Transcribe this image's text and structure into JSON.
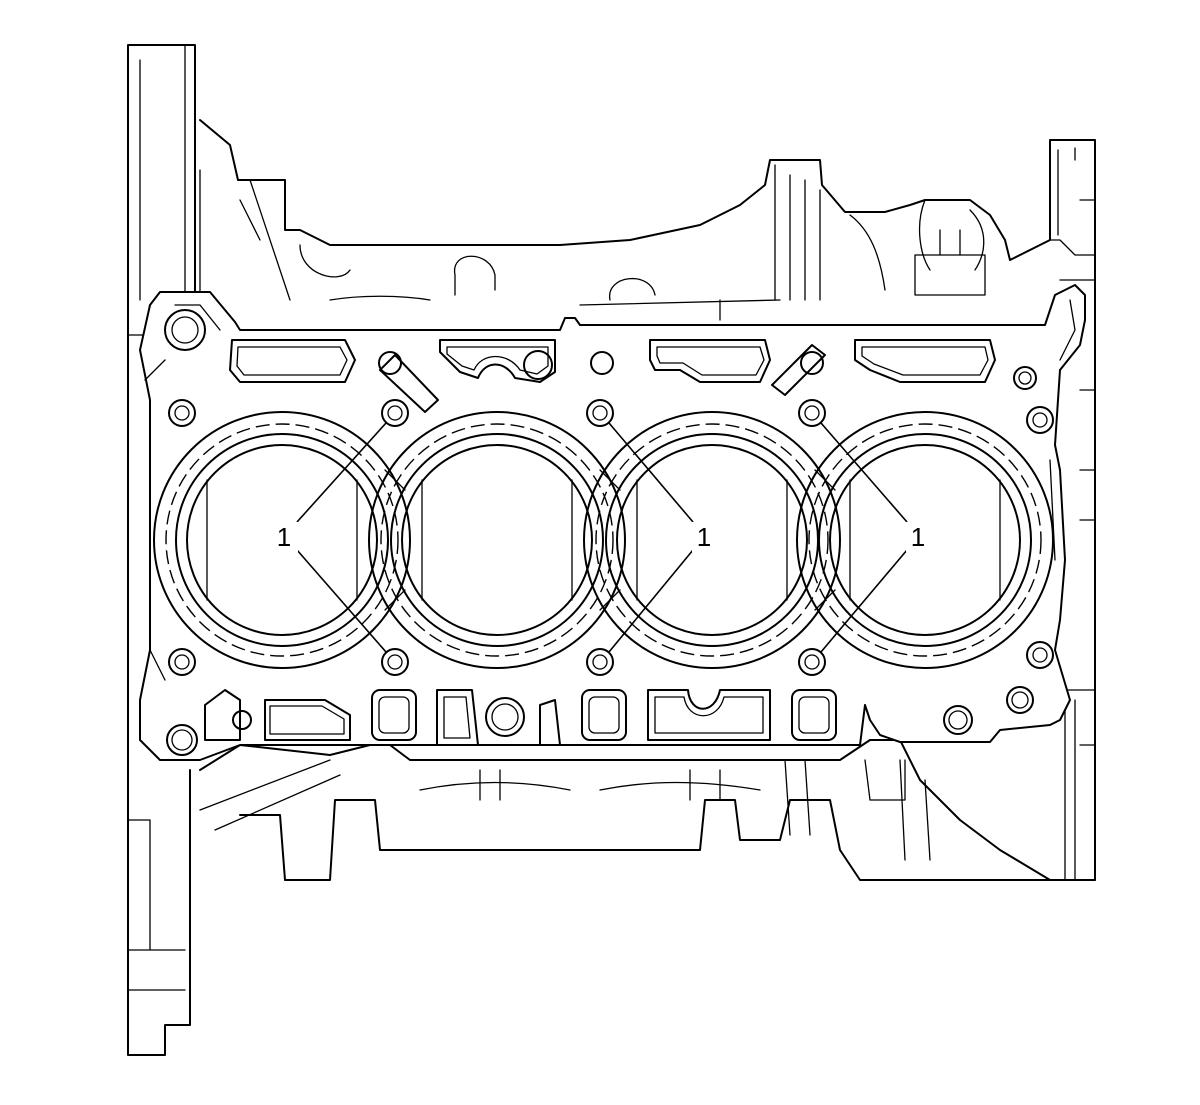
{
  "diagram": {
    "callouts": [
      {
        "id": "bolt-pair-1",
        "label": "1"
      },
      {
        "id": "bolt-pair-2",
        "label": "1"
      },
      {
        "id": "bolt-pair-3",
        "label": "1"
      }
    ],
    "cylinder_count": 4,
    "head_bolt_count": 10,
    "line_color": "#000000",
    "background_color": "#ffffff"
  }
}
